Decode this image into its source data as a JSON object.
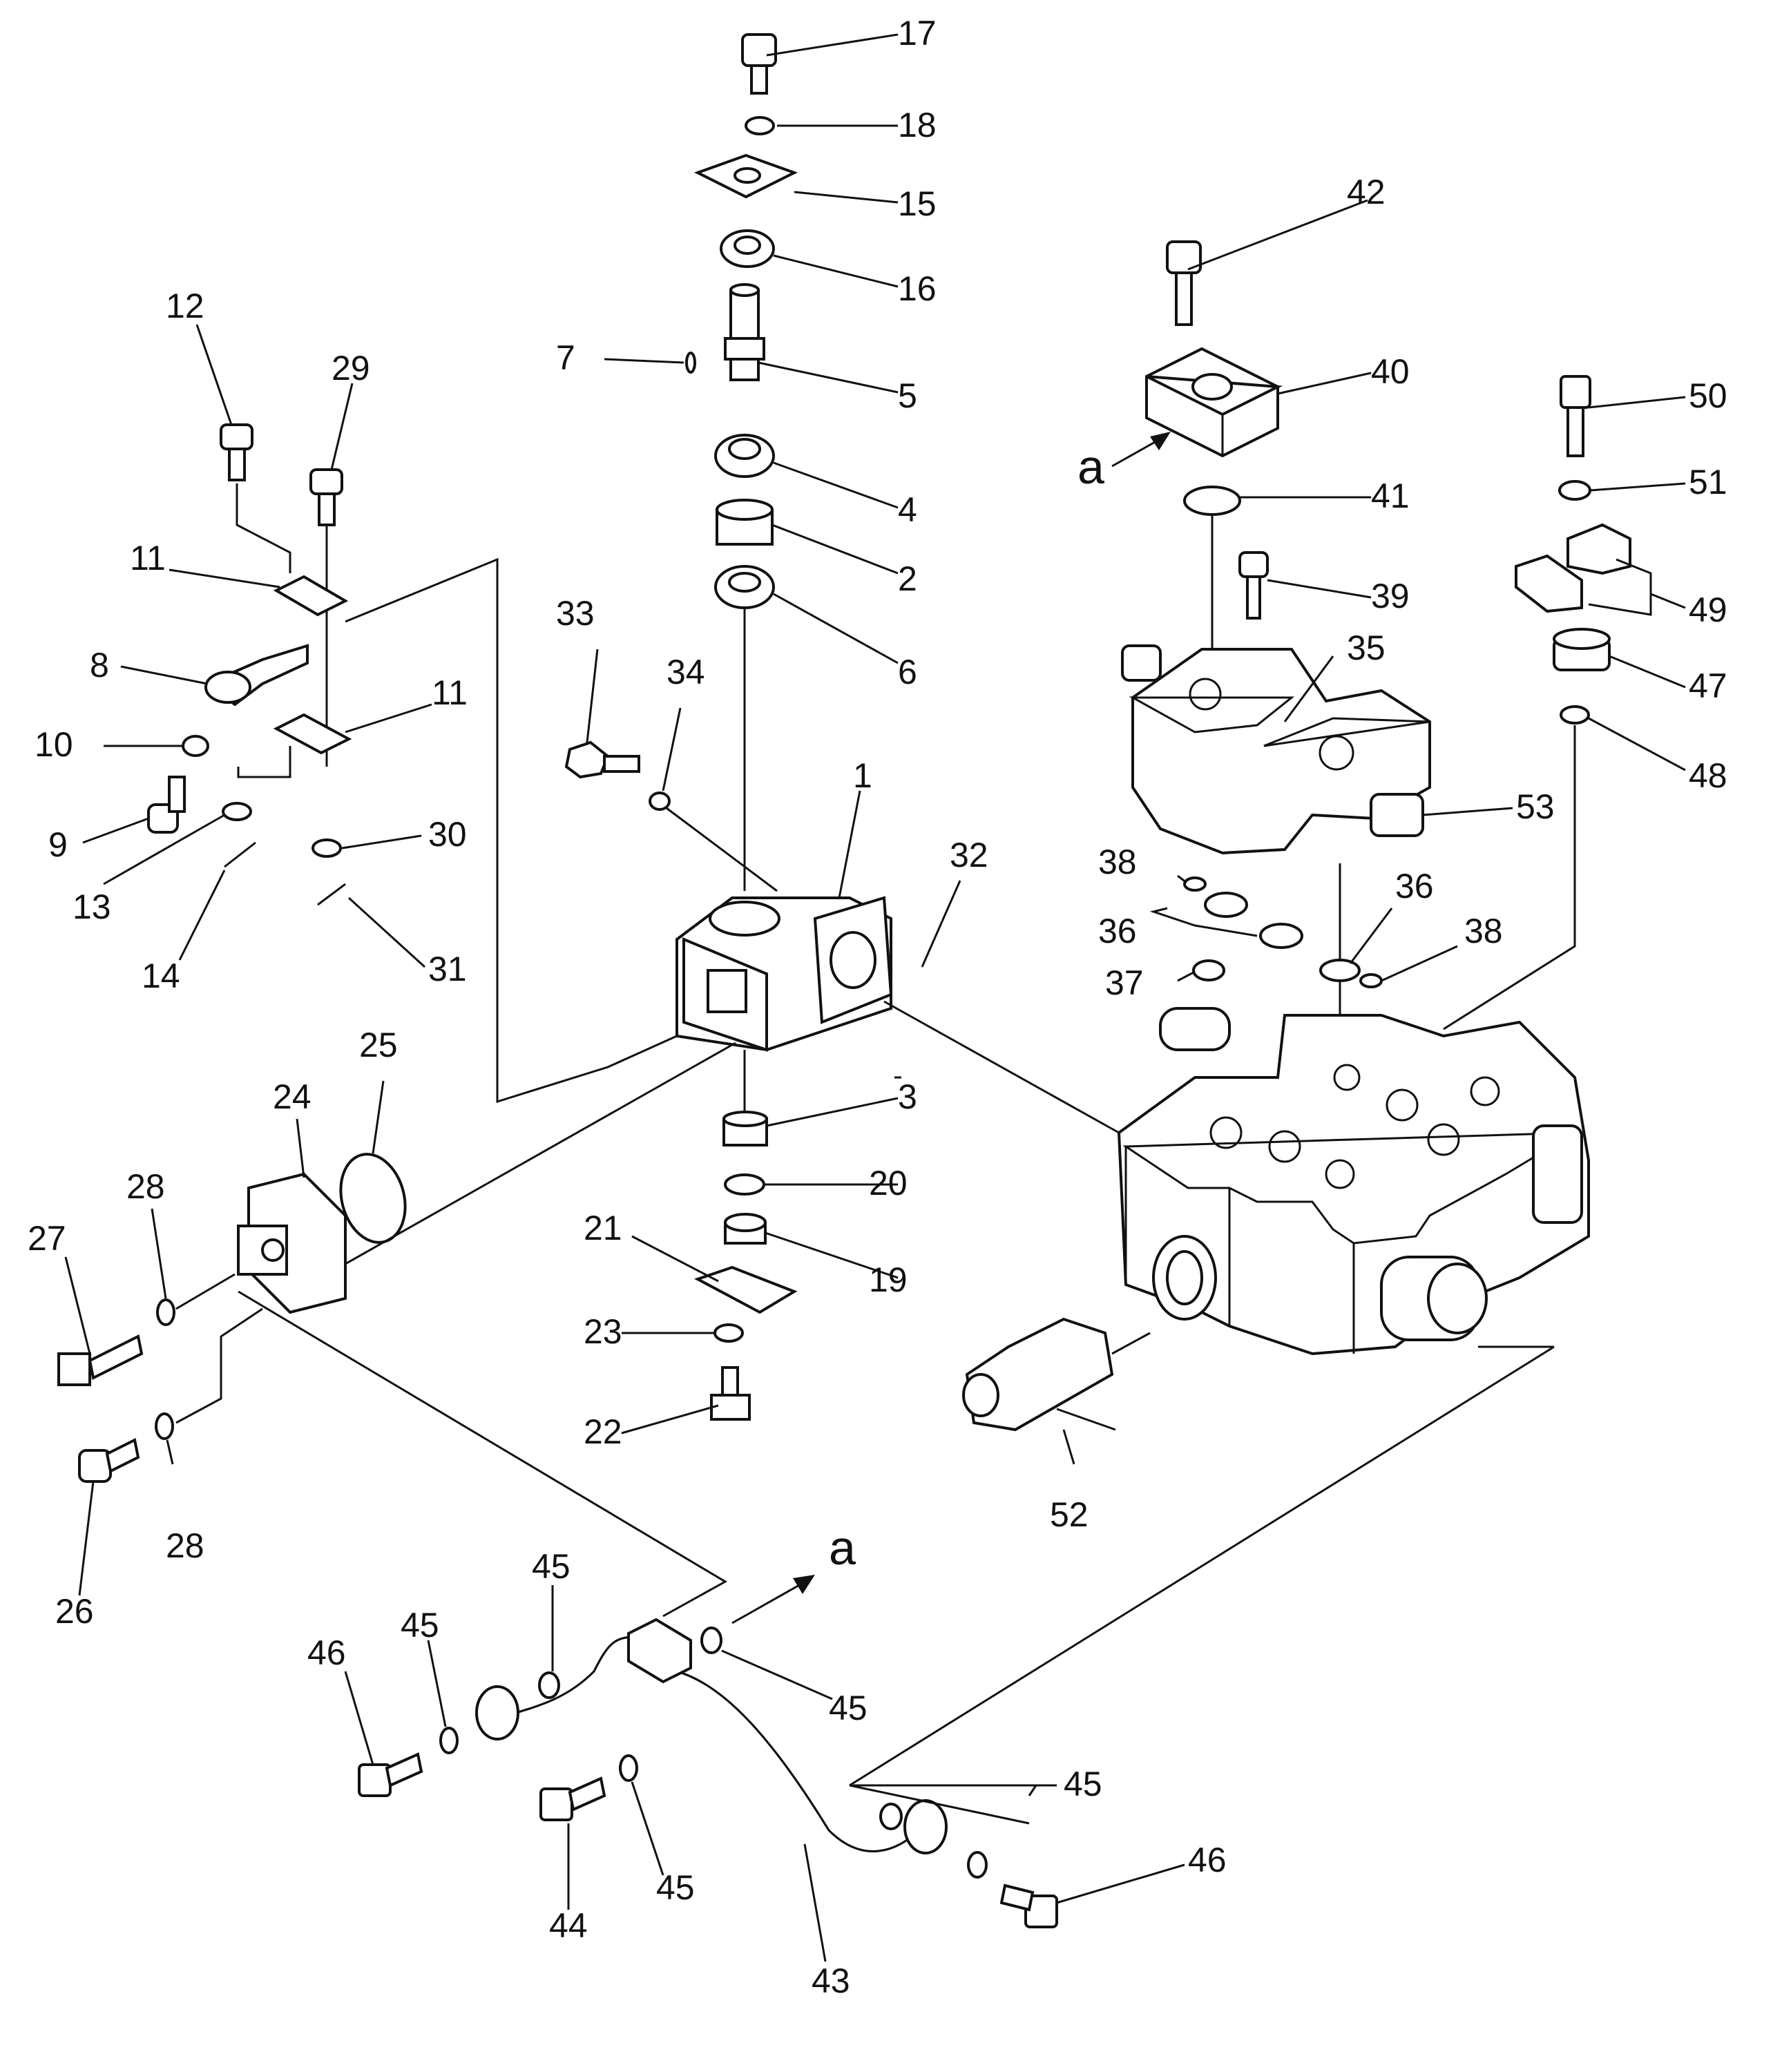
{
  "diagram": {
    "view_marker": "a",
    "labels": {
      "p1": "1",
      "p2": "2",
      "p3": "3",
      "p4": "4",
      "p5": "5",
      "p6": "6",
      "p7": "7",
      "p8": "8",
      "p9": "9",
      "p10": "10",
      "p11a": "11",
      "p11b": "11",
      "p12": "12",
      "p13": "13",
      "p14": "14",
      "p15": "15",
      "p16": "16",
      "p17": "17",
      "p18": "18",
      "p19": "19",
      "p20": "20",
      "p21": "21",
      "p22": "22",
      "p23": "23",
      "p24": "24",
      "p25": "25",
      "p26": "26",
      "p27": "27",
      "p28a": "28",
      "p28b": "28",
      "p29": "29",
      "p30": "30",
      "p31": "31",
      "p32": "32",
      "p33": "33",
      "p34": "34",
      "p35": "35",
      "p36a": "36",
      "p36b": "36",
      "p37": "37",
      "p38a": "38",
      "p38b": "38",
      "p39": "39",
      "p40": "40",
      "p41": "41",
      "p42": "42",
      "p43": "43",
      "p44": "44",
      "p45a": "45",
      "p45b": "45",
      "p45c": "45",
      "p45d": "45",
      "p45e": "45",
      "p46a": "46",
      "p46b": "46",
      "p47": "47",
      "p48": "48",
      "p49": "49",
      "p50": "50",
      "p51": "51",
      "p52": "52",
      "p53": "53"
    }
  }
}
